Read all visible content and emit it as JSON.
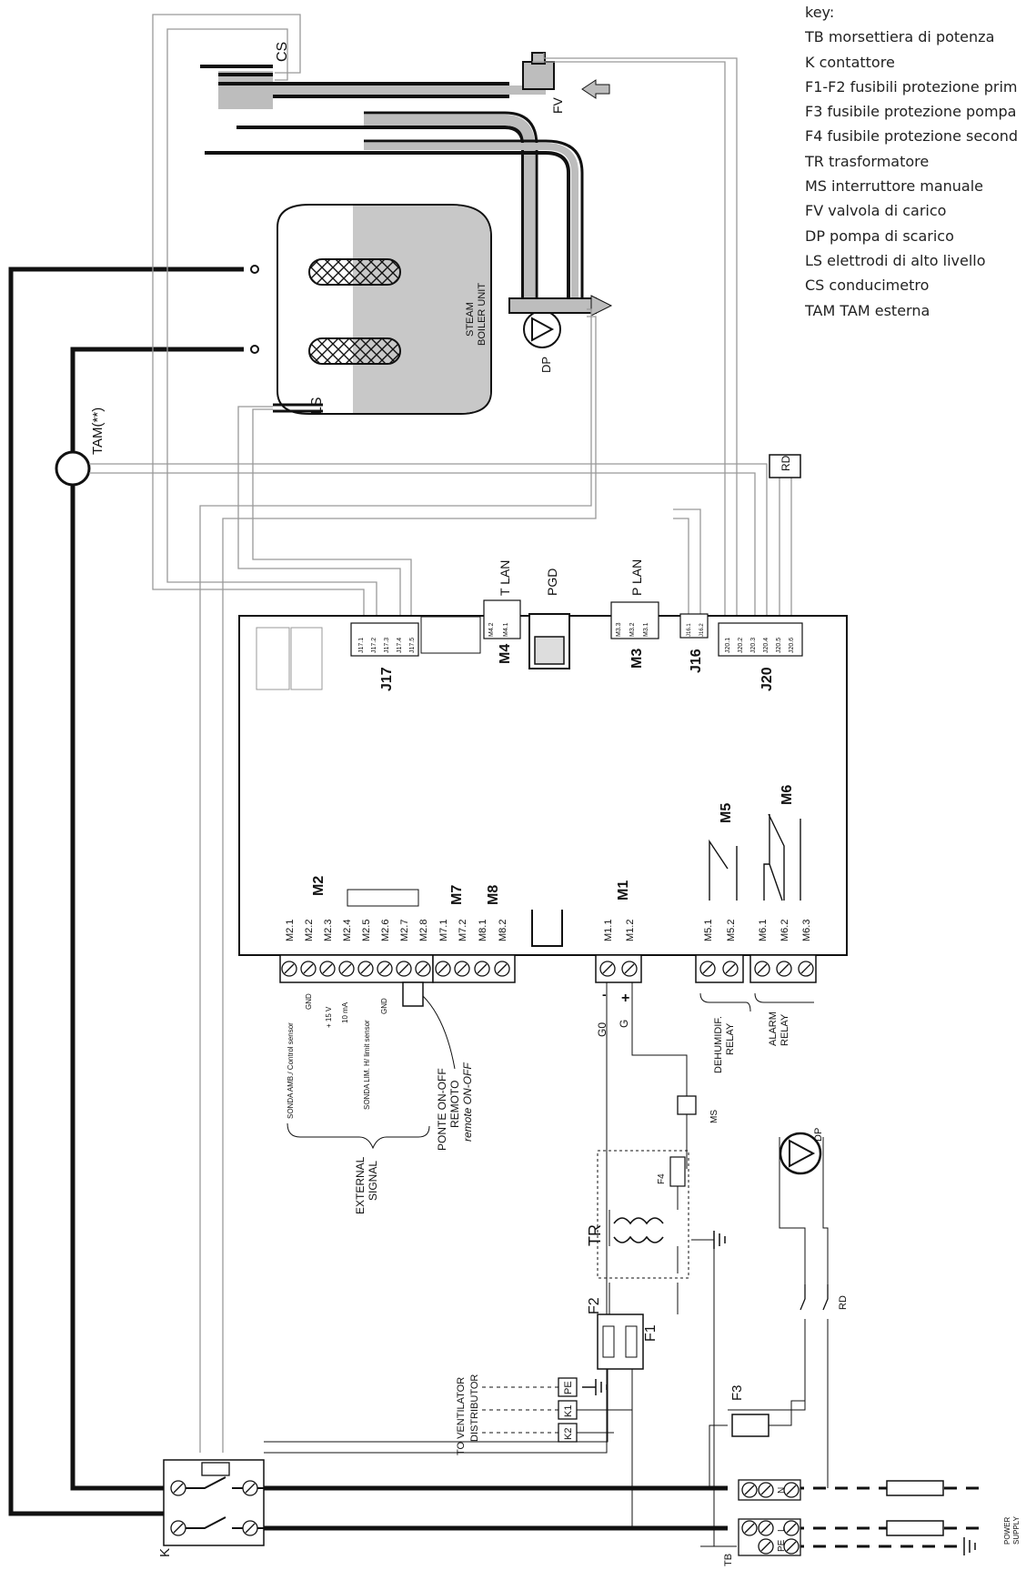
{
  "key": {
    "title": "key:",
    "items": [
      "TB morsettiera di potenza",
      "K contattore",
      "F1-F2 fusibili protezione prim",
      "F3 fusibile protezione pompa",
      "F4 fusibile protezione second",
      "TR trasformatore",
      "MS interruttore manuale",
      "FV valvola di carico",
      "DP pompa di scarico",
      "LS elettrodi di alto livello",
      "CS conducimetro",
      "TAM TAM esterna"
    ]
  },
  "labels": {
    "cs": "CS",
    "fv": "FV",
    "steam1": "STEAM",
    "steam2": "BOILER UNIT",
    "dp": "DP",
    "ls": "LS",
    "tam": "TAM(**)",
    "rd": "RD",
    "tlan": "T LAN",
    "pgd": "PGD",
    "plan": "P LAN",
    "m4": "M4",
    "m3": "M3",
    "j16": "J16",
    "j17": "J17",
    "j20": "J20",
    "m5": "M5",
    "m6": "M6",
    "m2": "M2",
    "m7": "M7",
    "m8": "M8",
    "m1": "M1",
    "tr": "TR",
    "f1": "F1",
    "f2": "F2",
    "f3": "F3",
    "f4": "F4",
    "ms": "MS",
    "k": "K",
    "tb": "TB",
    "k2": "K2",
    "k1": "K1",
    "pe": "PE",
    "n": "N",
    "l": "L",
    "g0": "G0",
    "g": "G",
    "minus": "-",
    "plus": "+",
    "power_supply1": "POWER",
    "power_supply2": "SUPPLY",
    "to_vent1": "TO VENTILATOR",
    "to_vent2": "DISTRIBUTOR",
    "external_signal1": "EXTERNAL",
    "external_signal2": "SIGNAL",
    "ponte1": "PONTE ON-OFF",
    "ponte2": "REMOTO",
    "ponte3": "remote ON-OFF",
    "dehum1": "DEHUMIDIF.",
    "dehum2": "RELAY",
    "alarm1": "ALARM",
    "alarm2": "RELAY",
    "m2_signals": [
      "SONDA AMB./ Control sensor",
      "GND",
      "+ 15 V",
      "10 mA",
      "SONDA LIM. H/ limit sensor",
      "GND"
    ]
  },
  "terminals": {
    "m2": [
      "M2.1",
      "M2.2",
      "M2.3",
      "M2.4",
      "M2.5",
      "M2.6",
      "M2.7",
      "M2.8"
    ],
    "m7": [
      "M7.1",
      "M7.2"
    ],
    "m8": [
      "M8.1",
      "M8.2"
    ],
    "m1": [
      "M1.1",
      "M1.2"
    ],
    "m5": [
      "M5.1",
      "M5.2"
    ],
    "m6": [
      "M6.1",
      "M6.2",
      "M6.3"
    ],
    "j17": [
      "J17.1",
      "J17.2",
      "J17.3",
      "J17.4",
      "J17.5"
    ],
    "j20": [
      "J20.1",
      "J20.2",
      "J20.3",
      "J20.4",
      "J20.5",
      "J20.6"
    ],
    "j16": [
      "J16.1",
      "J16.2"
    ],
    "m4": [
      "M4.2",
      "M4.1"
    ],
    "m3": [
      "M3.3",
      "M3.2",
      "M3.1"
    ]
  }
}
